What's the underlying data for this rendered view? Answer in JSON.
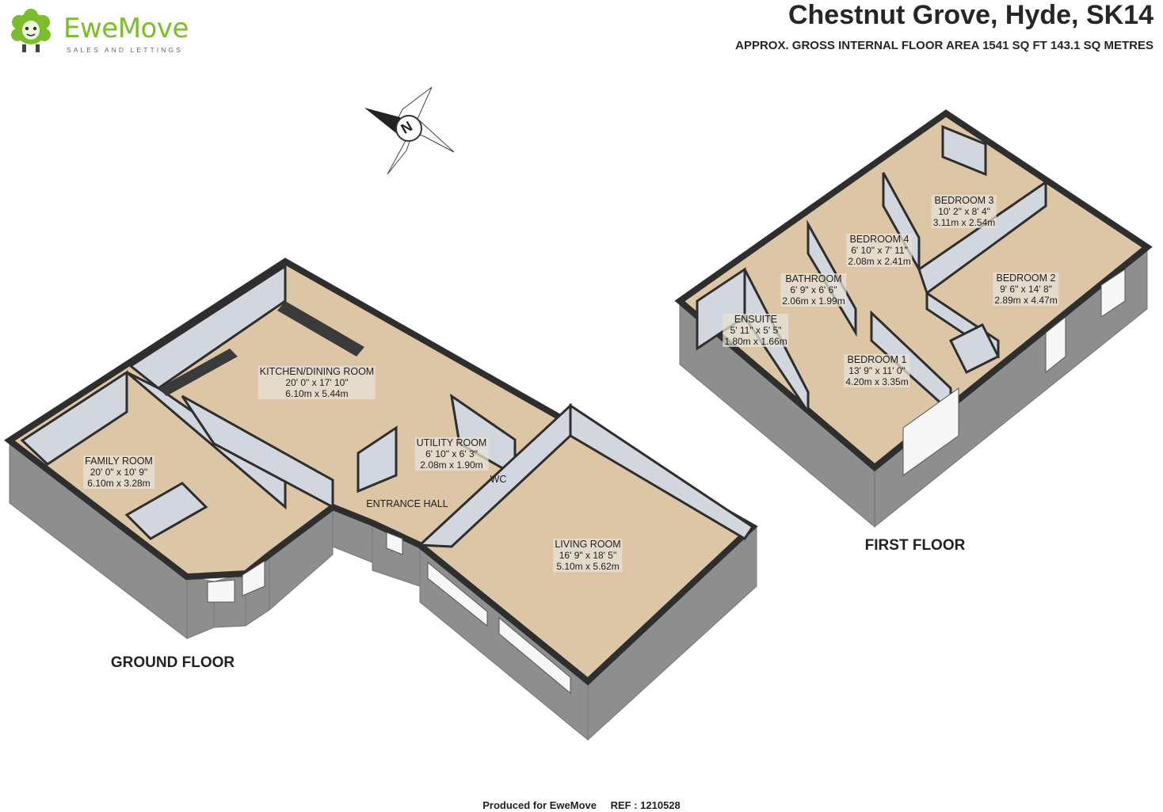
{
  "brand": {
    "name": "EweMove",
    "tagline": "SALES AND LETTINGS",
    "primary_color": "#7cbd2c"
  },
  "header": {
    "title": "Chestnut Grove, Hyde, SK14",
    "subtitle": "APPROX. GROSS INTERNAL FLOOR AREA 1541 SQ FT 143.1 SQ METRES"
  },
  "compass": {
    "letter": "N",
    "icon": "compass-icon"
  },
  "colors": {
    "floor": "#dcc6a6",
    "wall_top": "#2e2e2e",
    "inner_wall": "#d2d6de",
    "exterior_brick": "#8e8e8e"
  },
  "floors": [
    {
      "id": "ground",
      "label": "GROUND FLOOR"
    },
    {
      "id": "first",
      "label": "FIRST FLOOR"
    }
  ],
  "ground_rooms": [
    {
      "name": "FAMILY ROOM",
      "imperial": "20' 0\" x 10' 9\"",
      "metric": "6.10m x 3.28m"
    },
    {
      "name": "KITCHEN/DINING ROOM",
      "imperial": "20' 0\" x 17' 10\"",
      "metric": "6.10m x 5.44m"
    },
    {
      "name": "UTILITY ROOM",
      "imperial": "6' 10\" x 6' 3\"",
      "metric": "2.08m x 1.90m"
    },
    {
      "name": "LIVING ROOM",
      "imperial": "16' 9\" x 18' 5\"",
      "metric": "5.10m x 5.62m"
    }
  ],
  "ground_areas": [
    "WC",
    "ENTRANCE HALL"
  ],
  "first_rooms": [
    {
      "name": "BEDROOM 3",
      "imperial": "10' 2\" x 8' 4\"",
      "metric": "3.11m x 2.54m"
    },
    {
      "name": "BEDROOM 4",
      "imperial": "6' 10\" x 7' 11\"",
      "metric": "2.08m x 2.41m"
    },
    {
      "name": "BATHROOM",
      "imperial": "6' 9\" x 6' 6\"",
      "metric": "2.06m x 1.99m"
    },
    {
      "name": "BEDROOM 2",
      "imperial": "9' 6\" x 14' 8\"",
      "metric": "2.89m x 4.47m"
    },
    {
      "name": "ENSUITE",
      "imperial": "5' 11\" x 5' 5\"",
      "metric": "1.80m x 1.66m"
    },
    {
      "name": "BEDROOM 1",
      "imperial": "13' 9\" x 11' 0\"",
      "metric": "4.20m x 3.35m"
    }
  ],
  "footer": {
    "produced": "Produced for EweMove",
    "ref": "REF : 1210528"
  }
}
